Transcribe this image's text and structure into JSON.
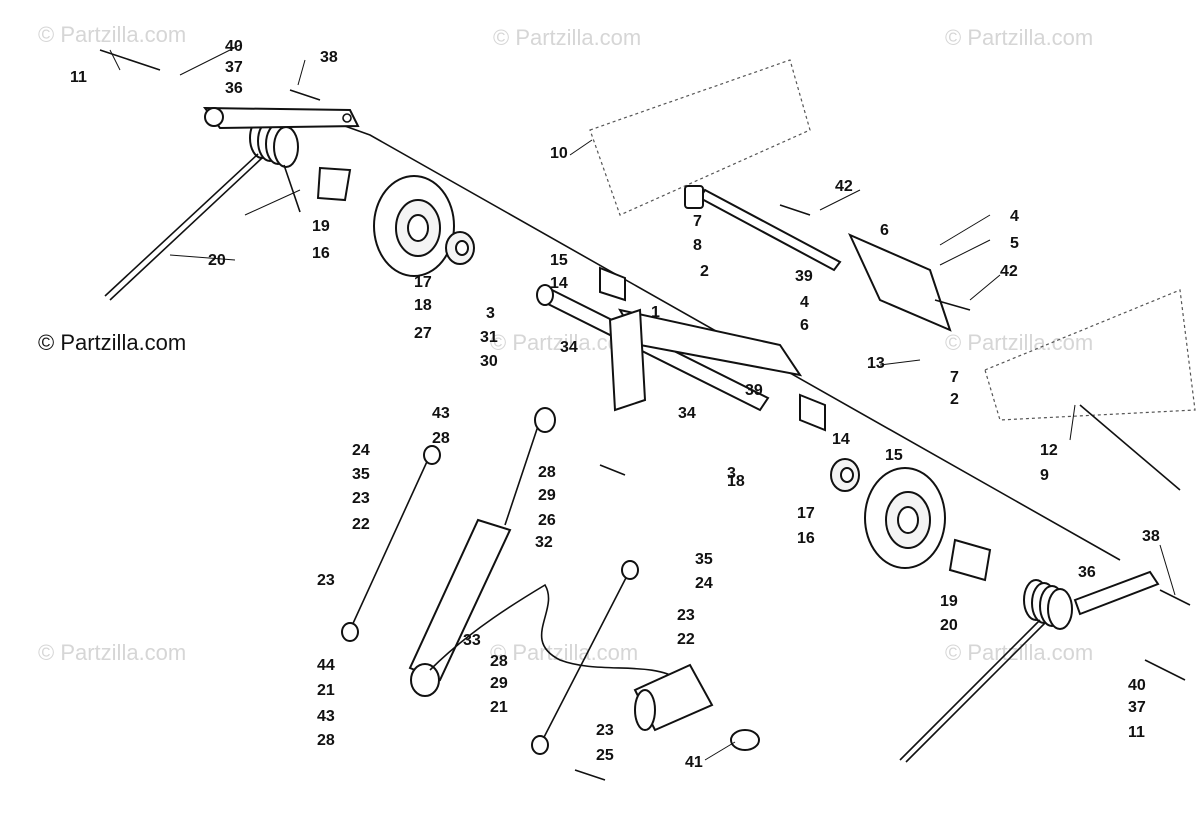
{
  "watermarks": [
    "© Partzilla.com",
    "© Partzilla.com",
    "© Partzilla.com",
    "© Partzilla.com",
    "© Partzilla.com",
    "© Partzilla.com",
    "© Partzilla.com",
    "© Partzilla.com"
  ],
  "credit": "© Partzilla.com",
  "callouts": [
    "40",
    "37",
    "36",
    "11",
    "38",
    "10",
    "42",
    "7",
    "8",
    "4",
    "6",
    "5",
    "42",
    "19",
    "16",
    "20",
    "15",
    "14",
    "2",
    "39",
    "17",
    "18",
    "3",
    "1",
    "4",
    "6",
    "13",
    "27",
    "31",
    "30",
    "34",
    "43",
    "28",
    "39",
    "7",
    "2",
    "34",
    "24",
    "35",
    "23",
    "22",
    "28",
    "29",
    "26",
    "14",
    "15",
    "3",
    "18",
    "17",
    "16",
    "12",
    "9",
    "38",
    "32",
    "35",
    "24",
    "36",
    "23",
    "22",
    "19",
    "20",
    "23",
    "44",
    "21",
    "43",
    "28",
    "33",
    "28",
    "29",
    "21",
    "40",
    "37",
    "11",
    "23",
    "25",
    "41"
  ]
}
